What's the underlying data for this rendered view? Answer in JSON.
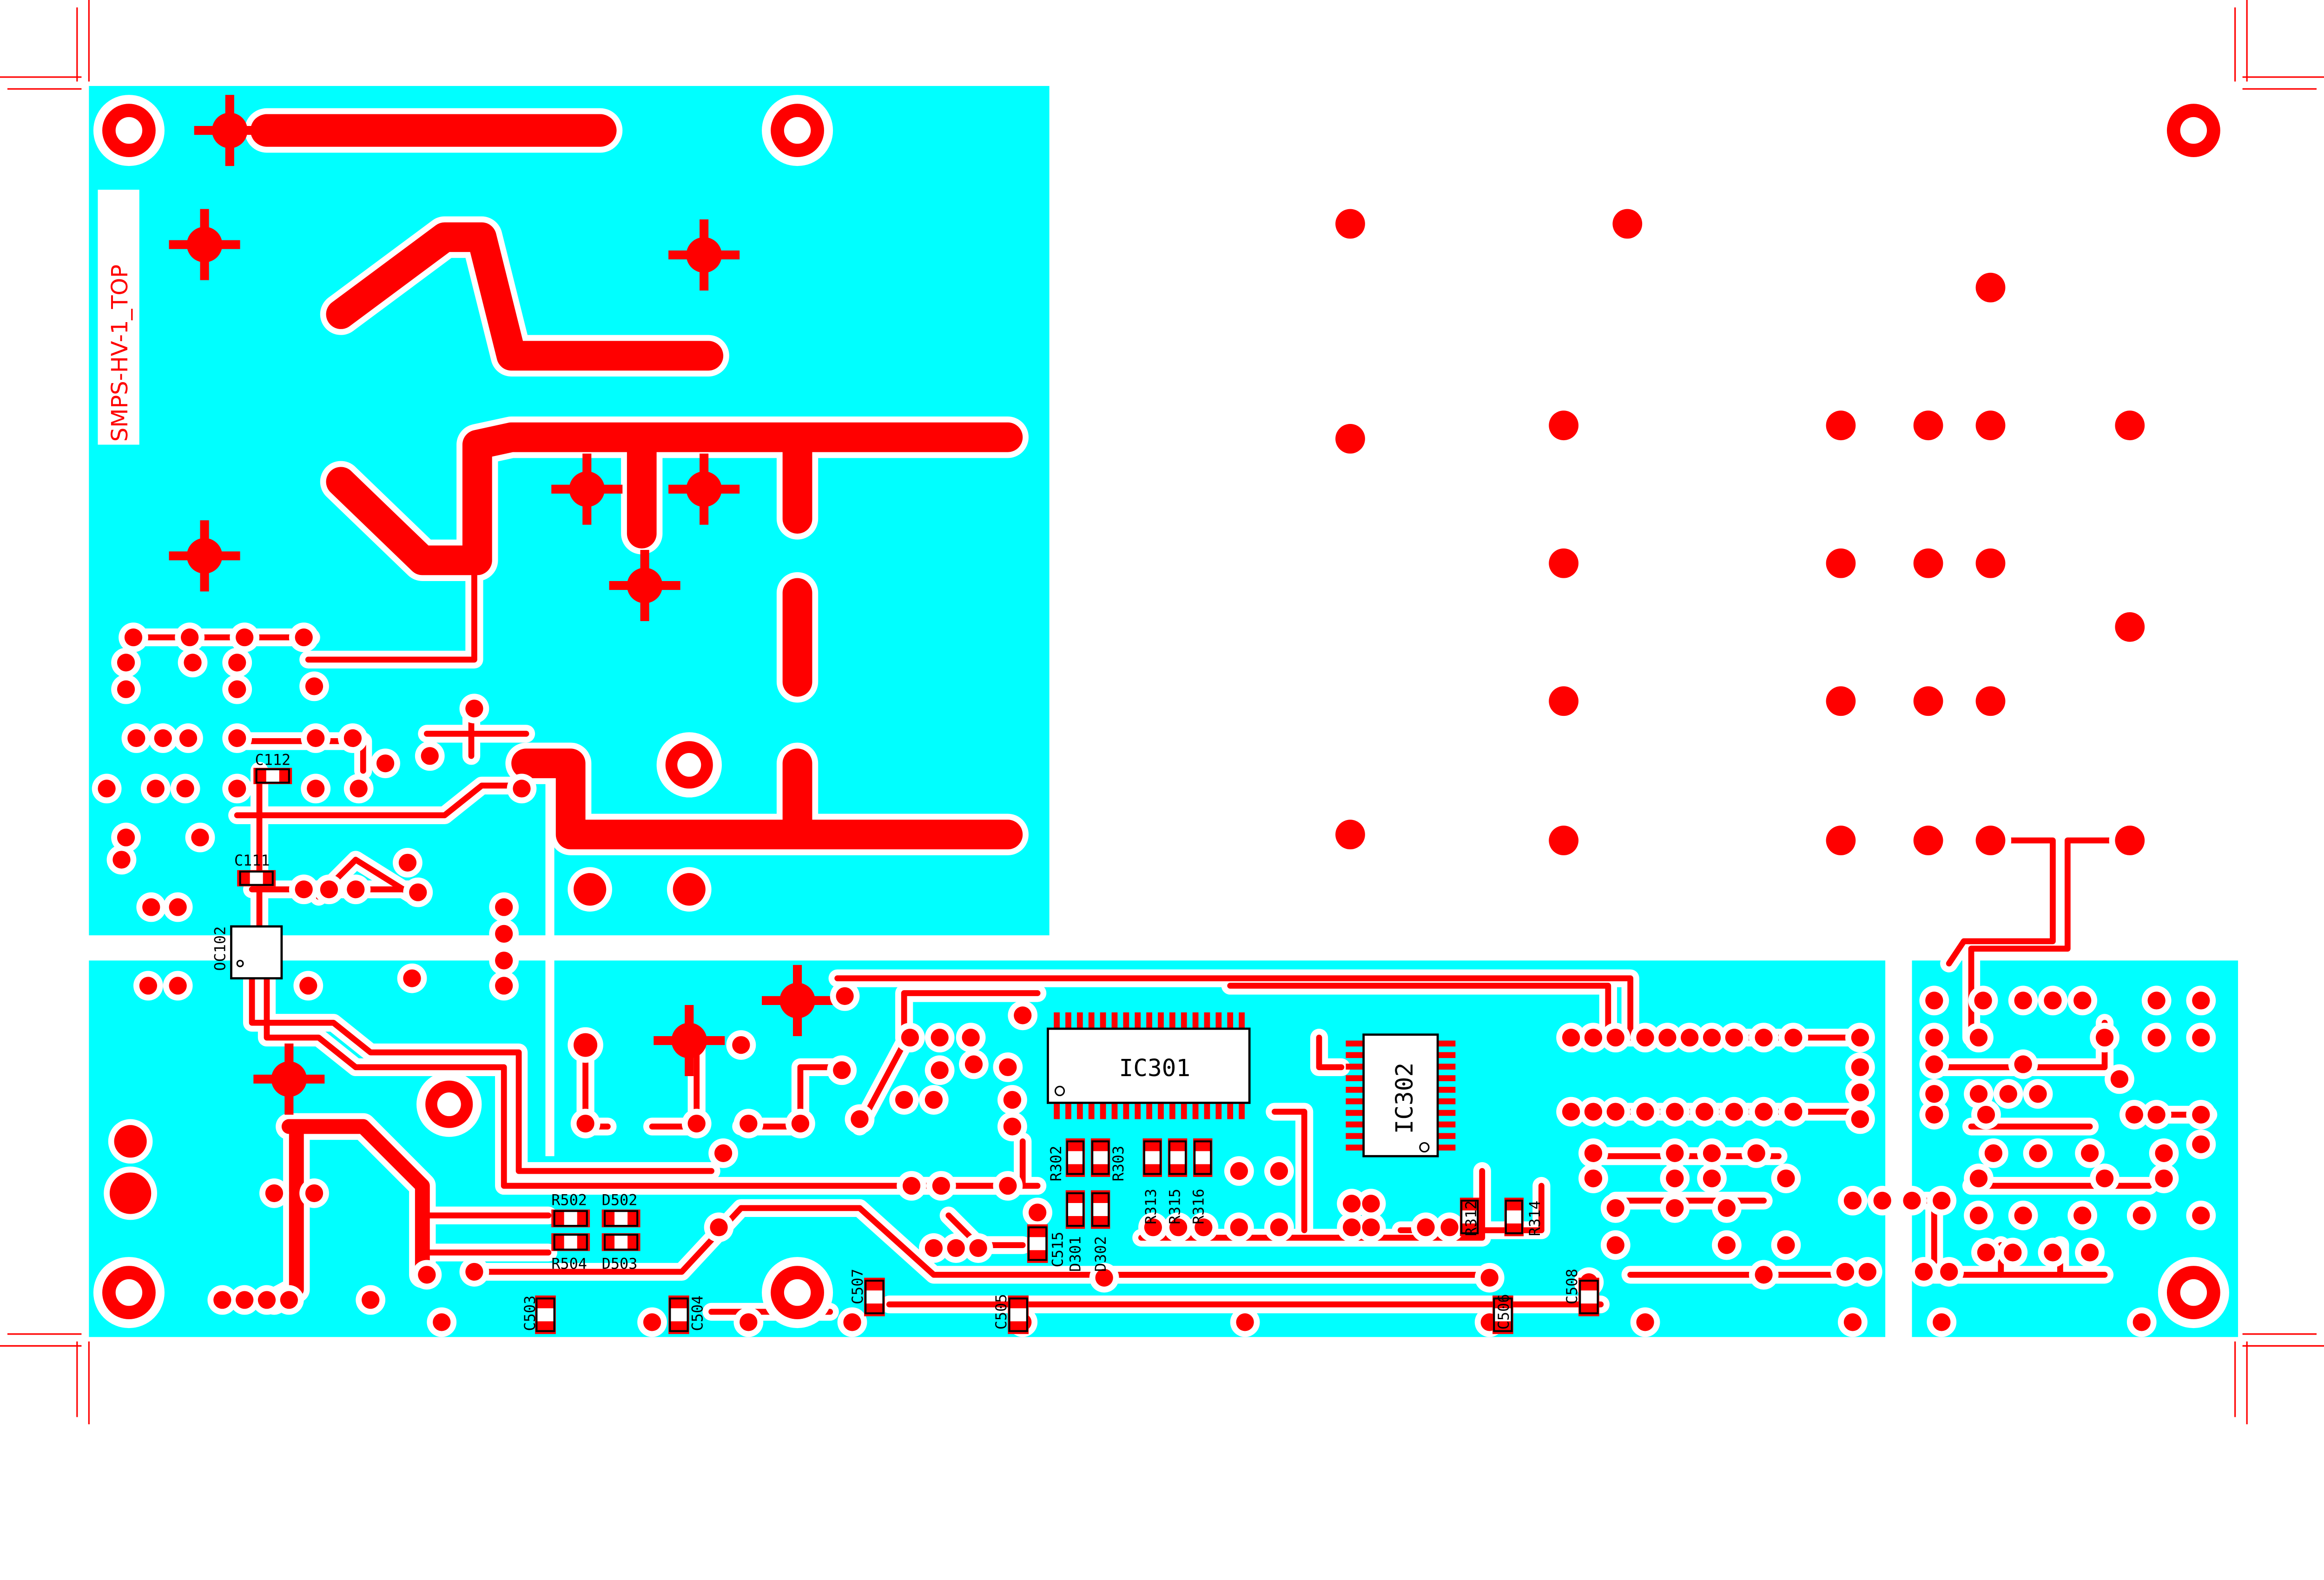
{
  "board": {
    "title": "SMPS-HV-1_TOP",
    "colors": {
      "copper": "#ff0000",
      "pour": "#00ffff",
      "clearance": "#ffffff",
      "silkscreen": "#000000"
    }
  },
  "components": {
    "c112": "C112",
    "c111": "C111",
    "oc102": "OC102",
    "r502": "R502",
    "d502": "D502",
    "r504": "R504",
    "d503": "D503",
    "c503": "C503",
    "c504": "C504",
    "c507": "C507",
    "c505": "C505",
    "c515": "C515",
    "d301": "D301",
    "d302": "D302",
    "r302": "R302",
    "r303": "R303",
    "r313": "R313",
    "r315": "R315",
    "r316": "R316",
    "ic301": "IC301",
    "ic302": "IC302",
    "r312": "R312",
    "r314": "R314",
    "c506": "C506",
    "c508": "C508"
  }
}
